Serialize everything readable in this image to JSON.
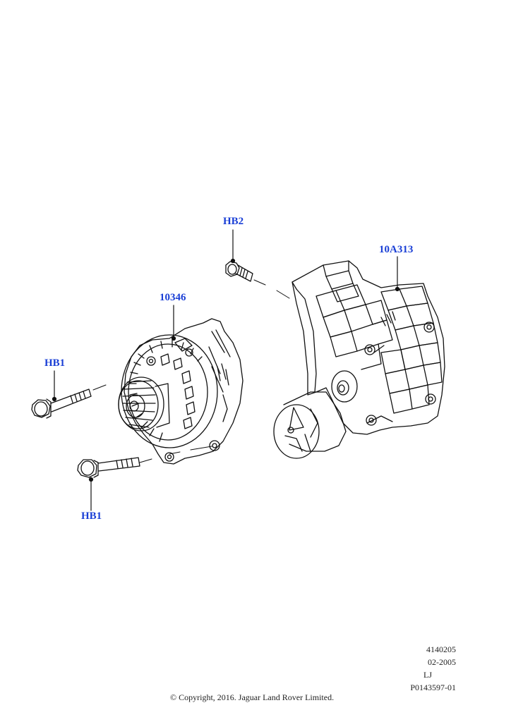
{
  "callouts": {
    "hb2": "HB2",
    "bracket": "10A313",
    "alternator": "10346",
    "hb1_top": "HB1",
    "hb1_bottom": "HB1"
  },
  "footer": {
    "ref_number": "4140205",
    "date": "02-2005",
    "initials": "LJ",
    "part_code": "P0143597-01",
    "copyright": "© Copyright, 2016. Jaguar Land Rover Limited."
  },
  "colors": {
    "callout": "#1a3fd6",
    "line": "#111111"
  }
}
